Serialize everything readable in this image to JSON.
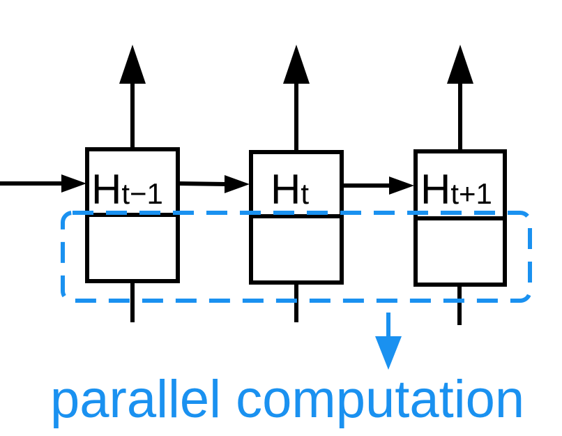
{
  "cells": [
    {
      "base": "H",
      "subscript": "t−1"
    },
    {
      "base": "H",
      "subscript": "t"
    },
    {
      "base": "H",
      "subscript": "t+1"
    }
  ],
  "caption": "parallel computation",
  "colors": {
    "stroke": "#000000",
    "highlight": "#1a91f0"
  }
}
